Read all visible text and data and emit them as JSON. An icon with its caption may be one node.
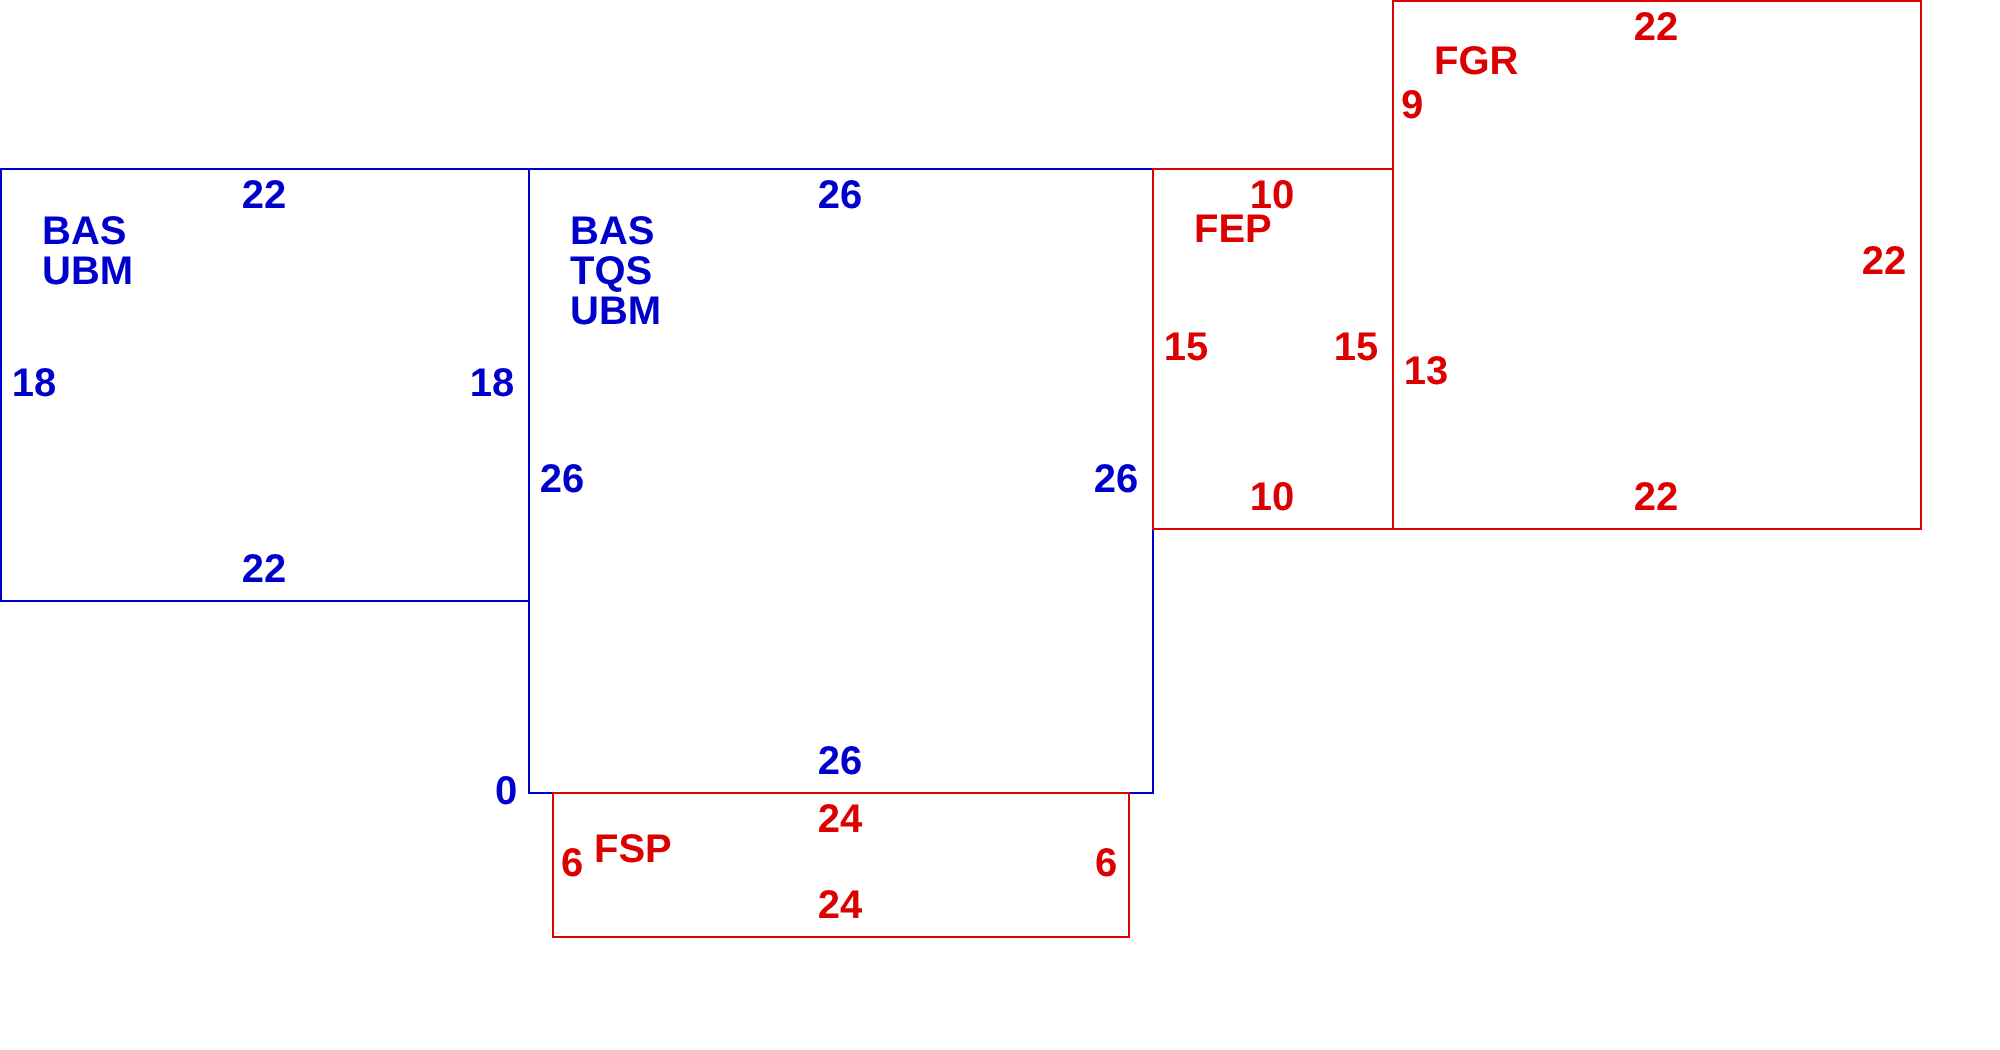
{
  "diagram": {
    "nodes": [
      {
        "text": [
          "BAS UBM"
        ]
      },
      {
        "text": [
          "BAS TQS UBM"
        ]
      },
      {
        "text": [
          "FEP"
        ]
      },
      {
        "text": [
          "FGR"
        ]
      },
      {
        "text": [
          "FSP"
        ]
      }
    ],
    "labels": [
      "22",
      "9",
      "22",
      "26",
      "10",
      "22",
      "15",
      "15",
      "13",
      "18",
      "18",
      "26",
      "26",
      "10",
      "22",
      "22",
      "26",
      "0",
      "24",
      "6",
      "6",
      "24"
    ]
  }
}
